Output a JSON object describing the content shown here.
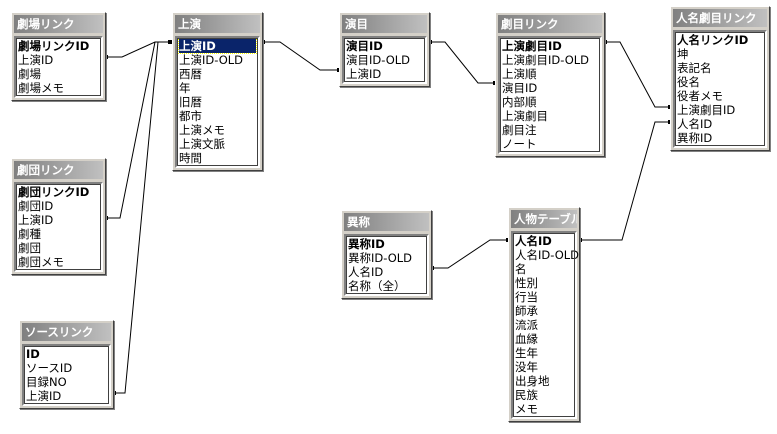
{
  "tables": {
    "gekijo": {
      "title": "劇場リンク",
      "fields": [
        "劇場リンクID",
        "上演ID",
        "劇場",
        "劇場メモ"
      ]
    },
    "joen": {
      "title": "上演",
      "fields": [
        "上演ID",
        "上演ID-OLD",
        "西暦",
        "年",
        "旧暦",
        "都市",
        "上演メモ",
        "上演文脈",
        "時間"
      ]
    },
    "enmoku": {
      "title": "演目",
      "fields": [
        "演目ID",
        "演目ID-OLD",
        "上演ID"
      ]
    },
    "gekimoku": {
      "title": "劇目リンク",
      "fields": [
        "上演劇目ID",
        "上演劇目ID-OLD",
        "上演順",
        "演目ID",
        "内部順",
        "上演劇目",
        "劇目注",
        "ノート"
      ]
    },
    "jinmei": {
      "title": "人名劇目リンク",
      "fields": [
        "人名リンクID",
        "坤",
        "表記名",
        "役名",
        "役者メモ",
        "上演劇目ID",
        "人名ID",
        "異称ID"
      ]
    },
    "gekidan": {
      "title": "劇団リンク",
      "fields": [
        "劇団リンクID",
        "劇団ID",
        "上演ID",
        "劇種",
        "劇団",
        "劇団メモ"
      ]
    },
    "source": {
      "title": "ソースリンク",
      "fields": [
        "ID",
        "ソースID",
        "目録NO",
        "上演ID"
      ]
    },
    "ishou": {
      "title": "異称",
      "fields": [
        "異称ID",
        "異称ID-OLD",
        "人名ID",
        "名称（全）"
      ]
    },
    "jinbutsu": {
      "title": "人物テーブル",
      "fields": [
        "人名ID",
        "人名ID-OLD",
        "名",
        "性別",
        "行当",
        "師承",
        "流派",
        "血縁",
        "生年",
        "没年",
        "出身地",
        "民族",
        "メモ"
      ]
    }
  }
}
